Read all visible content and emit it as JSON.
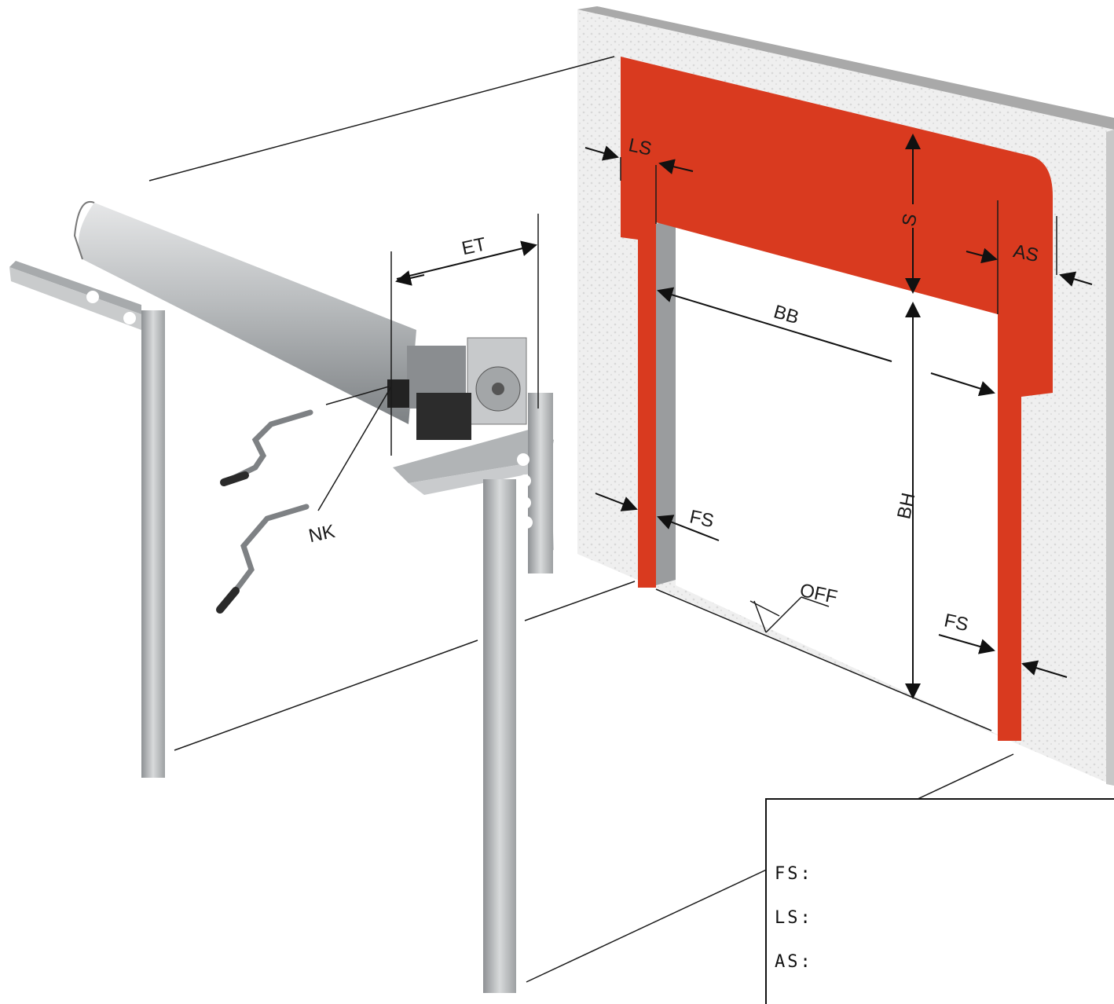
{
  "labels": {
    "et": "ET",
    "nk": "NK",
    "ls": "LS",
    "s": "S",
    "as": "AS",
    "bb": "BB",
    "bh": "BH",
    "fs_left": "FS",
    "fs_right": "FS",
    "off": "OFF"
  },
  "legend": {
    "rows": [
      "FS:",
      "LS:",
      "AS:"
    ]
  },
  "colors": {
    "frame_red": "#d93a1f",
    "wall": "#ececec",
    "wall_edge": "#9a9a9a",
    "steel": "#bfc2c4",
    "line": "#1a1a1a"
  }
}
